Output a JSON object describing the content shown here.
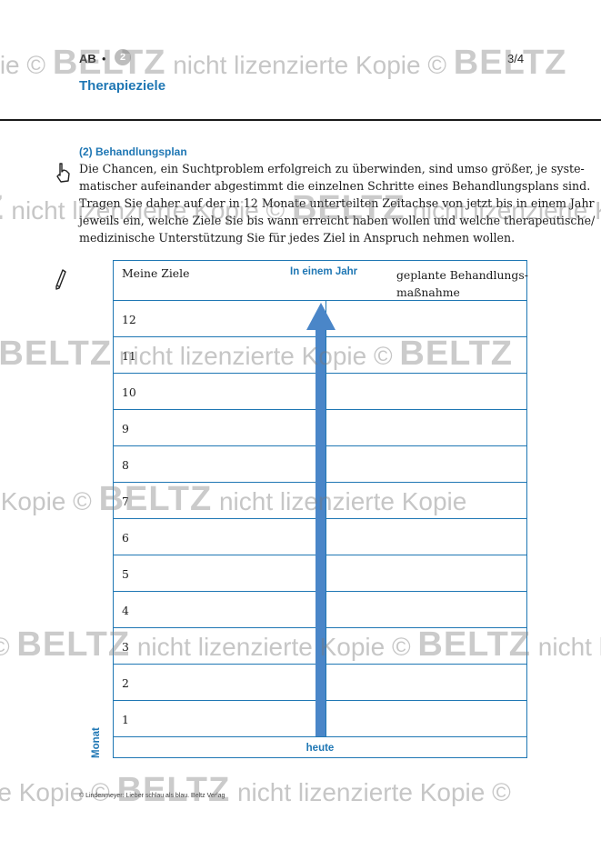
{
  "header": {
    "ab": "AB",
    "bullet": "•",
    "circle": "2",
    "page": "3/4",
    "title": "Therapieziele"
  },
  "section": {
    "heading": "(2) Behandlungsplan",
    "lines": [
      "Die Chancen, ein Suchtproblem erfolgreich zu überwinden, sind umso größer, je syste-",
      "matischer aufeinander abgestimmt die einzelnen Schritte eines Behandlungsplans sind.",
      "Tragen Sie daher auf der in 12 Monate unterteilten Zeitachse von jetzt bis in einem Jahr",
      "jeweils ein, welche Ziele Sie bis wann erreicht haben wollen und welche therapeutische/",
      "medizinische Unterstützung Sie für jedes Ziel in Anspruch nehmen wollen."
    ]
  },
  "table": {
    "col1": "Meine Ziele",
    "arrow_top": "In einem Jahr",
    "col2_line1": "geplante Behandlungs-",
    "col2_line2": "maßnahme",
    "months": [
      "12",
      "11",
      "10",
      "9",
      "8",
      "7",
      "6",
      "5",
      "4",
      "3",
      "2",
      "1"
    ],
    "bottom": "heute",
    "axis": "Monat"
  },
  "footer": "© Lindenmeyer: Lieber schlau als blau. Beltz Verlag",
  "watermark": {
    "copy": "©",
    "brand": "BELTZ",
    "text": "nicht lizenzierte Kopie"
  },
  "colors": {
    "accent": "#1f77b4",
    "arrow": "#4a86c8"
  },
  "icons": [
    "hand-pointing-icon",
    "pencil-icon"
  ]
}
